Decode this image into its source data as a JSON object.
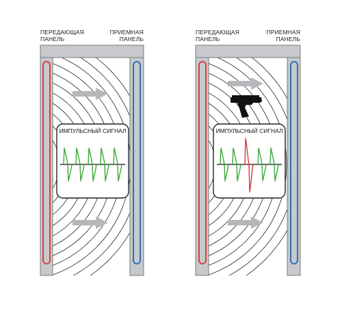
{
  "panels": {
    "transmitter_line1": "ПЕРЕДАЮЩАЯ",
    "transmitter_line2": "ПАНЕЛЬ",
    "receiver_line1": "ПРИЕМНАЯ",
    "receiver_line2": "ПАНЕЛЬ"
  },
  "signal_box": {
    "title": "ИМПУЛЬСНЫЙ СИГНАЛ"
  },
  "colors": {
    "frame": "#c7c9cc",
    "frame_stroke": "#777a7e",
    "transmitter_coil": "#e23b3b",
    "receiver_coil": "#2f6fb6",
    "normal_pulse": "#3aa93a",
    "disturbed_pulse": "#d63a3a",
    "arrow": "#b5b7ba",
    "wave": "#222222",
    "gun": "#111111"
  },
  "icons": {
    "left": [
      "arrow-right-icon",
      "arrow-right-icon"
    ],
    "right": [
      "arrow-right-icon",
      "pistol-icon",
      "arrow-right-icon"
    ]
  }
}
